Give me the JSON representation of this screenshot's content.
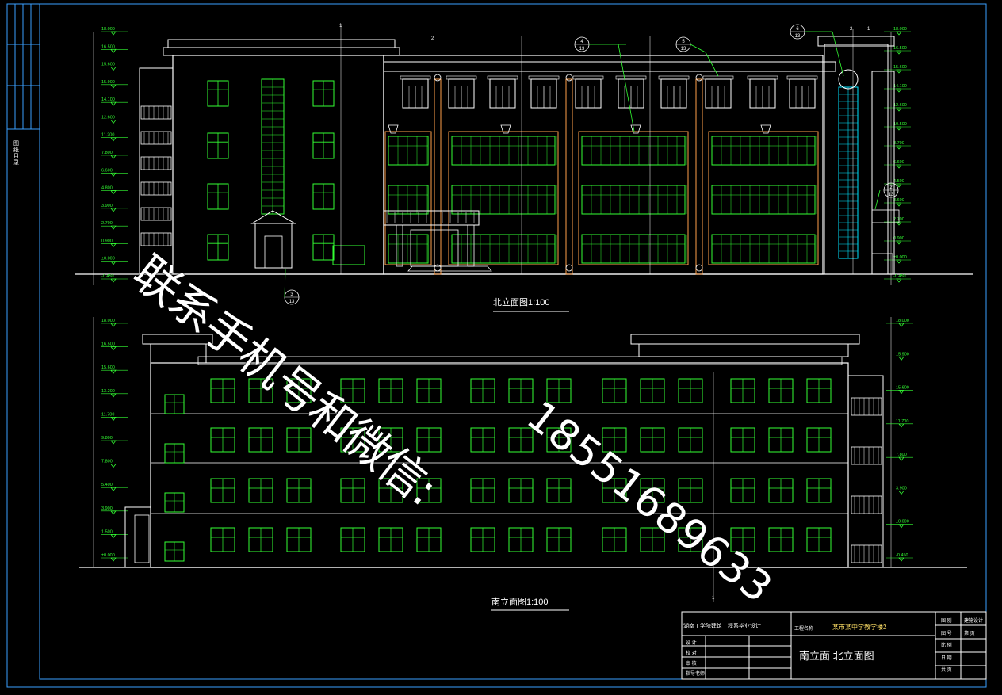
{
  "colors": {
    "background": "#000000",
    "frame": "#3aa0ff",
    "building": "#ffffff",
    "window": "#33ff33",
    "column": "#ff9f4a",
    "glass": "#00e5ff",
    "callout": "#33ff33",
    "watermark": "#ffffff"
  },
  "north": {
    "title": "北立面图1:100",
    "levels_left": [
      "18.000",
      "16.500",
      "15.600",
      "15.900",
      "14.100",
      "12.600",
      "11.200",
      "7.800",
      "6.600",
      "4.800",
      "3.900",
      "2.700",
      "0.900",
      "±0.000",
      "-0.450"
    ],
    "levels_right": [
      "18.000",
      "16.500",
      "15.600",
      "14.100",
      "12.600",
      "10.500",
      "8.700",
      "6.600",
      "4.500",
      "3.600",
      "2.700",
      "0.900",
      "±0.000",
      "-0.450"
    ],
    "callouts": [
      {
        "num": "4",
        "sheet": "13"
      },
      {
        "num": "5",
        "sheet": "13"
      },
      {
        "num": "6",
        "sheet": "13"
      },
      {
        "num": "2",
        "sheet": "13"
      },
      {
        "num": "3",
        "sheet": "13"
      }
    ]
  },
  "south": {
    "title": "南立面图1:100",
    "levels_left": [
      "18.000",
      "16.500",
      "15.600",
      "13.200",
      "11.700",
      "9.800",
      "7.800",
      "5.400",
      "3.900",
      "1.500",
      "±0.000"
    ],
    "levels_right": [
      "18.000",
      "15.900",
      "15.600",
      "11.700",
      "7.800",
      "3.900",
      "±0.000",
      "-0.450"
    ]
  },
  "title_block": {
    "school": "湖南工学院建筑工程系毕业设计",
    "project_label": "工程名称",
    "project": "某市某中学教学楼2",
    "drawing_name": "南立面 北立面图",
    "rows_left": [
      "设 计",
      "校 对",
      "审 核",
      "指导老师"
    ],
    "rows_right": [
      "图 别",
      "图 号",
      "比 例",
      "日 期",
      "共 页"
    ],
    "right_values": [
      "建施设计",
      "",
      "",
      "",
      "第 页"
    ]
  },
  "side_tab": "图纸目录",
  "watermark": {
    "line1": "联系手机号和微信:",
    "line2": "18551689633"
  }
}
